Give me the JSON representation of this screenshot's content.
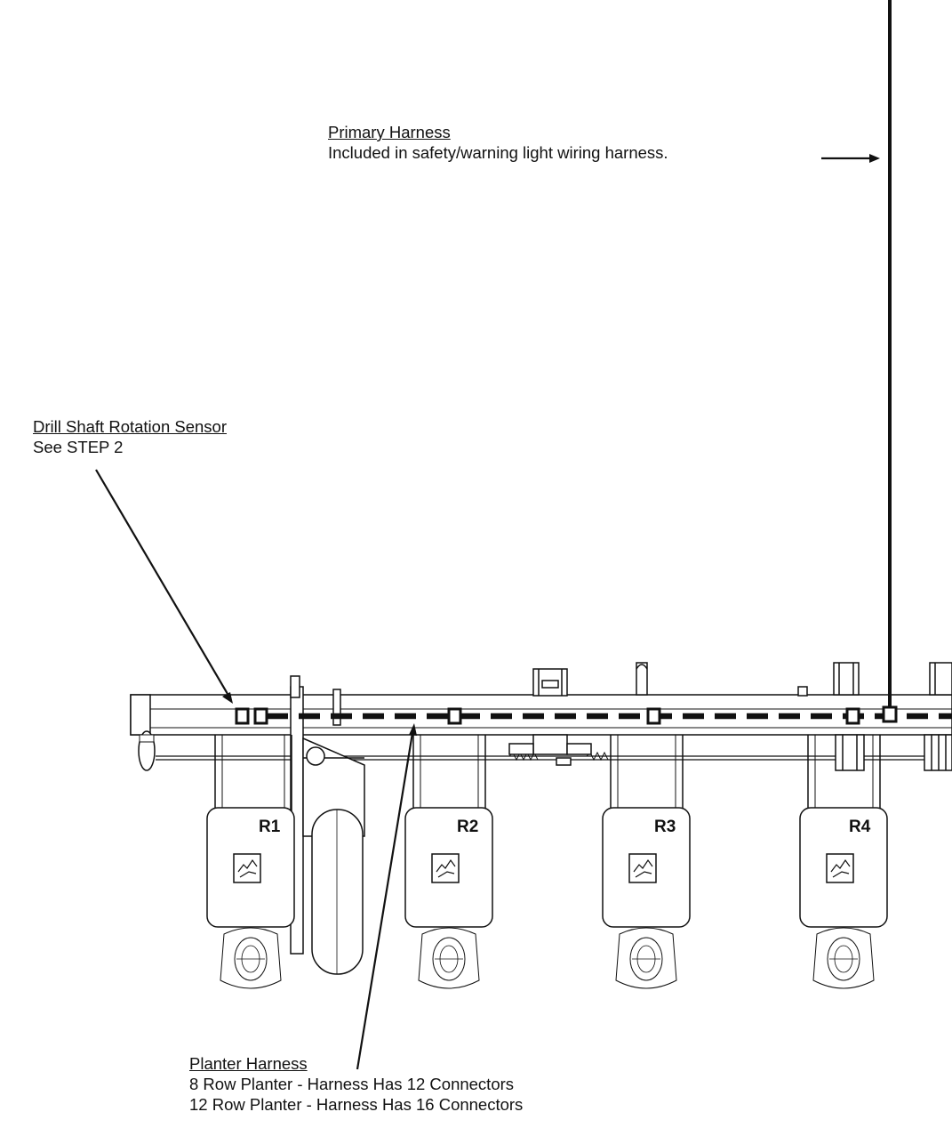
{
  "callouts": {
    "primary_harness": {
      "title": "Primary Harness",
      "description": "Included in safety/warning light wiring harness."
    },
    "drill_shaft_sensor": {
      "title": "Drill Shaft Rotation Sensor",
      "description": "See STEP 2"
    },
    "planter_harness": {
      "title": "Planter Harness",
      "lines": [
        "8 Row Planter - Harness Has 12 Connectors",
        "12 Row Planter - Harness Has 16 Connectors"
      ]
    }
  },
  "row_units": [
    "R1",
    "R2",
    "R3",
    "R4"
  ],
  "colors": {
    "ink": "#111111",
    "background": "#ffffff"
  }
}
